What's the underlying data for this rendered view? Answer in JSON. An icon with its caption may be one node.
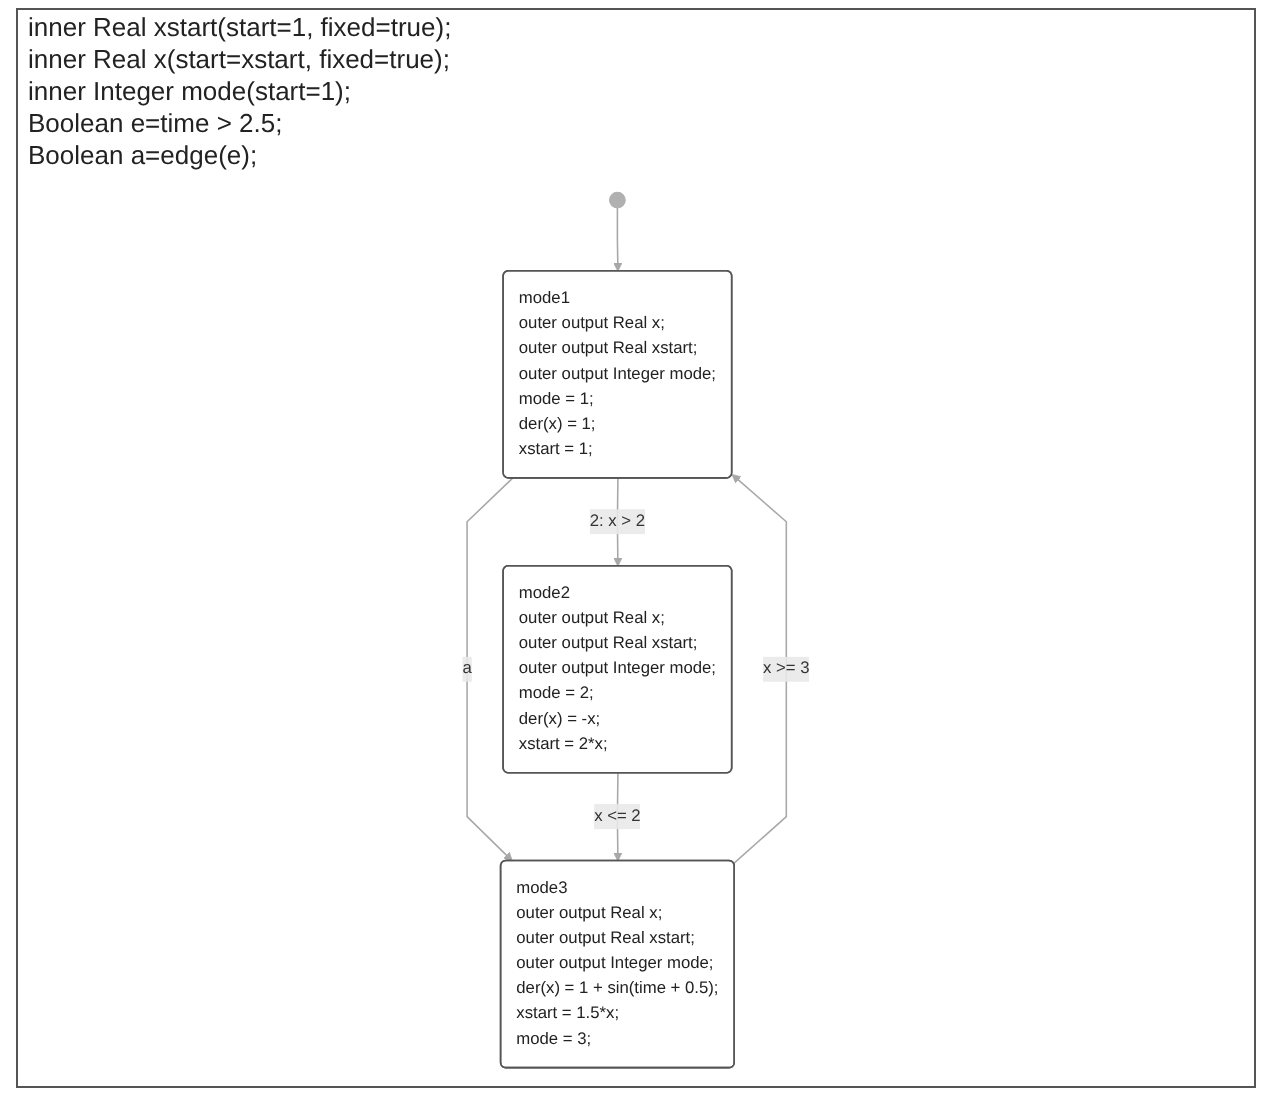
{
  "diagram": {
    "nodes": [
      {
        "text": [],
        "shape": "circle"
      },
      {
        "text": [
          "mode1",
          "outer output Real x;",
          "outer output Real xstart;",
          "outer output Integer mode;",
          "mode = 1;",
          "der(x) = 1;",
          "xstart = 1;"
        ]
      },
      {
        "text": [
          "mode3",
          "outer output Real x;",
          "outer output Real xstart;",
          "outer output Integer mode;",
          "der(x) = 1 + sin(time + 0.5);",
          "xstart = 1.5*x;",
          "mode = 3;"
        ]
      },
      {
        "text": [
          "mode2",
          "outer output Real x;",
          "outer output Real xstart;",
          "outer output Integer mode;",
          "mode = 2;",
          "der(x) = -x;",
          "xstart = 2*x;"
        ]
      }
    ],
    "edges": [
      {
        "from": 0,
        "to": 1,
        "arrow": "to"
      },
      {
        "from": 2,
        "to": 1,
        "arrow": "to",
        "label": "x >= 3"
      },
      {
        "from": 1,
        "to": 2,
        "arrow": "to",
        "label": "a"
      },
      {
        "from": 1,
        "to": 3,
        "arrow": "to",
        "label": "2: x > 2"
      },
      {
        "from": 3,
        "to": 2,
        "arrow": "to",
        "label": "x <= 2"
      }
    ],
    "labels": [
      "inner Real xstart(start=1, fixed=true);",
      "inner Real x(start=xstart, fixed=true);",
      "inner Integer mode(start=1);",
      "Boolean e=time > 2.5;",
      "Boolean a=edge(e);"
    ]
  }
}
